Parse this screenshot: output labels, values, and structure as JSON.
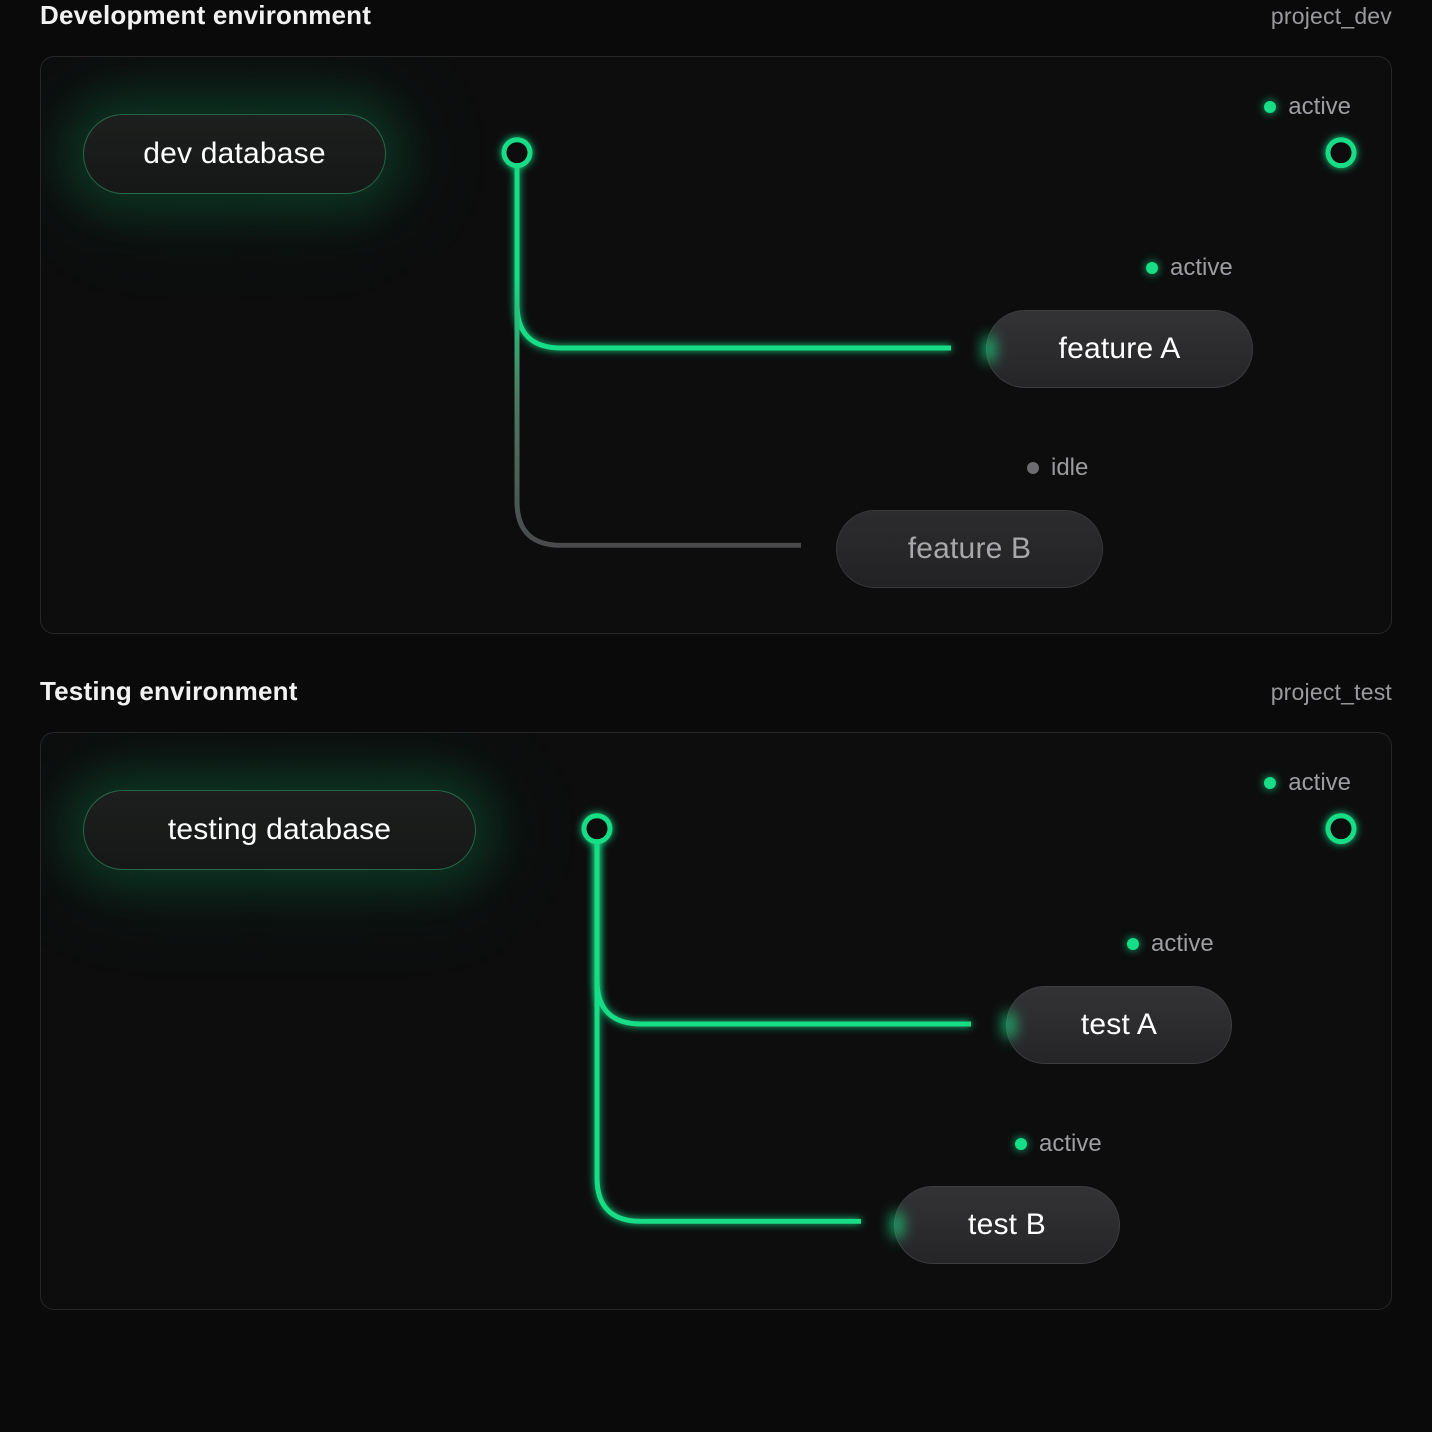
{
  "theme": {
    "background": "#0a0a0b",
    "panel_bg": "#0d0d0e",
    "panel_border": "#272729",
    "accent_green": "#16dd86",
    "idle_gray": "#4a4a4d",
    "text_primary": "#f2f2f2",
    "text_muted": "#9a9a9e"
  },
  "sections": [
    {
      "title": "Development environment",
      "tag": "project_dev",
      "nodes": {
        "database": {
          "label": "dev database",
          "status": "active"
        },
        "branch_a": {
          "label": "feature A",
          "status": "active"
        },
        "branch_b": {
          "label": "feature B",
          "status": "idle"
        }
      },
      "statuses": {
        "trunk": "active",
        "branch_a": "active",
        "branch_b": "idle"
      }
    },
    {
      "title": "Testing environment",
      "tag": "project_test",
      "nodes": {
        "database": {
          "label": "testing database",
          "status": "active"
        },
        "branch_a": {
          "label": "test A",
          "status": "active"
        },
        "branch_b": {
          "label": "test B",
          "status": "active"
        }
      },
      "statuses": {
        "trunk": "active",
        "branch_a": "active",
        "branch_b": "active"
      }
    }
  ]
}
